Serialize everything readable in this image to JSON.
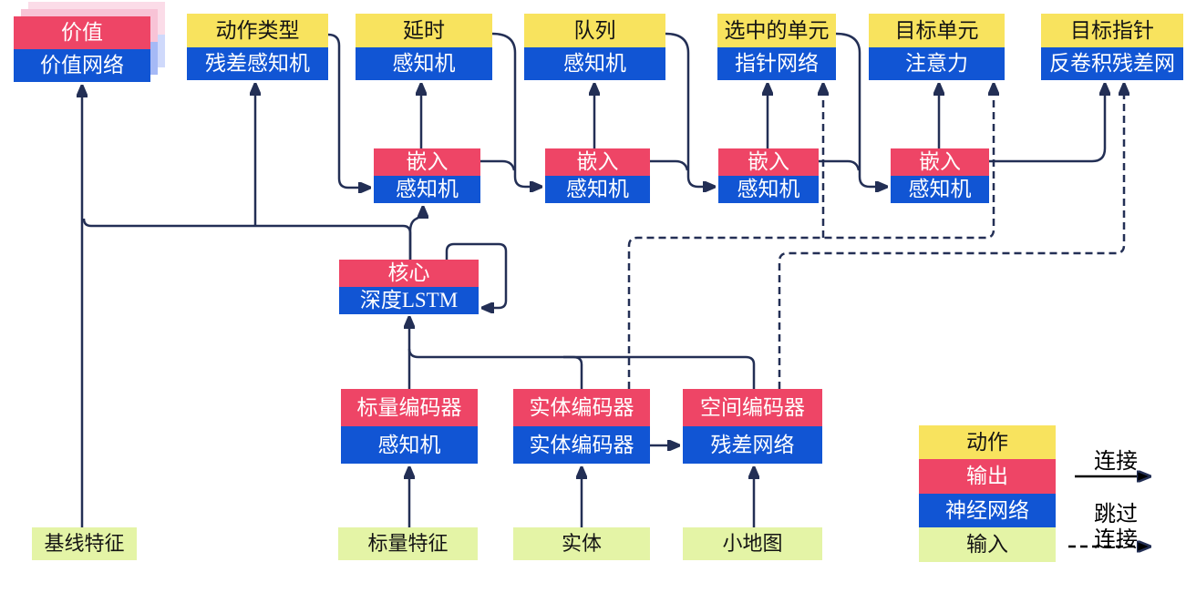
{
  "diagram": {
    "heads": [
      {
        "id": "value",
        "action": "价值",
        "network": "价值网络",
        "action_color": "output",
        "stacked": true
      },
      {
        "id": "action-type",
        "action": "动作类型",
        "network": "残差感知机",
        "action_color": "action"
      },
      {
        "id": "delay",
        "action": "延时",
        "network": "感知机",
        "action_color": "action"
      },
      {
        "id": "queue",
        "action": "队列",
        "network": "感知机",
        "action_color": "action"
      },
      {
        "id": "selected-units",
        "action": "选中的单元",
        "network": "指针网络",
        "action_color": "action"
      },
      {
        "id": "target-unit",
        "action": "目标单元",
        "network": "注意力",
        "action_color": "action"
      },
      {
        "id": "target-point",
        "action": "目标指针",
        "network": "反卷积残差网",
        "action_color": "action"
      }
    ],
    "embeddings": [
      {
        "output": "嵌入",
        "network": "感知机"
      },
      {
        "output": "嵌入",
        "network": "感知机"
      },
      {
        "output": "嵌入",
        "network": "感知机"
      },
      {
        "output": "嵌入",
        "network": "感知机"
      }
    ],
    "core": {
      "output": "核心",
      "network": "深度LSTM"
    },
    "encoders": [
      {
        "id": "scalar-encoder",
        "output": "标量编码器",
        "network": "感知机"
      },
      {
        "id": "entity-encoder",
        "output": "实体编码器",
        "network": "实体编码器"
      },
      {
        "id": "spatial-encoder",
        "output": "空间编码器",
        "network": "残差网络"
      }
    ],
    "inputs": [
      {
        "id": "baseline-features",
        "label": "基线特征"
      },
      {
        "id": "scalar-features",
        "label": "标量特征"
      },
      {
        "id": "entities",
        "label": "实体"
      },
      {
        "id": "minimap",
        "label": "小地图"
      }
    ],
    "legend": {
      "items": [
        {
          "label": "动作",
          "type": "action"
        },
        {
          "label": "输出",
          "type": "output"
        },
        {
          "label": "神经网络",
          "type": "network"
        },
        {
          "label": "输入",
          "type": "input"
        }
      ],
      "solid_label": "连接",
      "dashed_label_line1": "跳过",
      "dashed_label_line2": "连接"
    },
    "colors": {
      "action": "#f8e35e",
      "output": "#ee4566",
      "network": "#1155d4",
      "input": "#e4f4a6",
      "line": "#232f55"
    }
  }
}
